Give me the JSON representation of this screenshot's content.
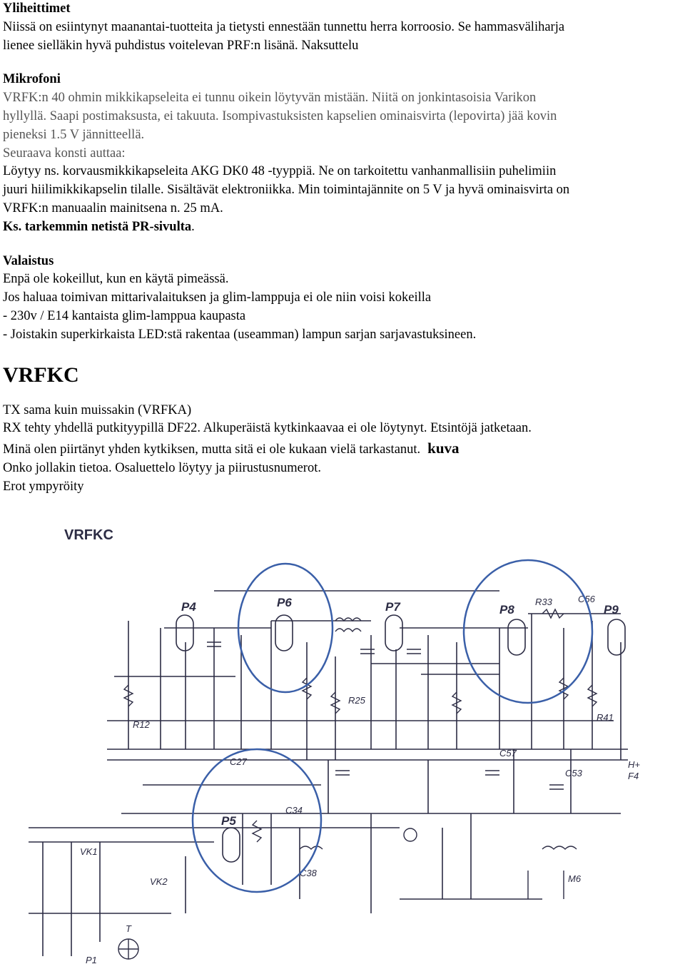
{
  "sections": {
    "yliheittimet": {
      "heading": "Yliheittimet",
      "lines": [
        "Niissä on esiintynyt maanantai-tuotteita ja tietysti ennestään tunnettu herra korroosio. Se hammasväliharja",
        "lienee sielläkin hyvä puhdistus voitelevan PRF:n lisänä. Naksuttelu"
      ]
    },
    "mikrofoni": {
      "heading": "Mikrofoni",
      "gray_lines": [
        "VRFK:n 40 ohmin mikkikapseleita ei tunnu oikein löytyvän mistään. Niitä on jonkintasoisia Varikon",
        "hyllyllä. Saapi postimaksusta, ei takuuta. Isompivastuksisten kapselien ominaisvirta (lepovirta) jää kovin",
        "pieneksi 1.5 V jännitteellä.",
        "Seuraava konsti auttaa:"
      ],
      "lines": [
        "Löytyy ns. korvausmikkikapseleita AKG DK0 48 -tyyppiä. Ne on tarkoitettu vanhanmallisiin puhelimiin",
        "juuri hiilimikkikapselin tilalle. Sisältävät elektroniikka. Min toimintajännite on 5 V ja hyvä ominaisvirta on",
        "VRFK:n manuaalin mainitsena n. 25 mA."
      ],
      "bold_line": "Ks. tarkemmin netistä PR-sivulta",
      "bold_line_suffix": "."
    },
    "valaistus": {
      "heading": "Valaistus",
      "lines": [
        "Enpä ole kokeillut, kun en käytä pimeässä.",
        "Jos haluaa toimivan mittarivalaituksen ja glim-lamppuja ei ole niin voisi kokeilla",
        "- 230v / E14 kantaista glim-lamppua kaupasta",
        "- Joistakin superkirkaista LED:stä rakentaa (useamman) lampun sarjan sarjavastuksineen."
      ]
    },
    "vrfkc": {
      "heading": "VRFKC",
      "lines": [
        "TX sama kuin muissakin (VRFKA)",
        "RX tehty yhdellä putkityypillä DF22. Alkuperäistä kytkinkaavaa ei ole löytynyt. Etsintöjä jatketaan."
      ],
      "drawn_line": "Minä olen piirtänyt yhden kytkiksen, mutta sitä ei ole kukaan vielä tarkastanut.",
      "kuva_link": "kuva",
      "lines_after": [
        "Onko jollakin tietoa. Osaluettelo löytyy ja piirustusnumerot.",
        "Erot ympyröity"
      ]
    }
  },
  "schematic": {
    "title": "VRFKC",
    "tubes": [
      "P4",
      "P6",
      "P7",
      "P8",
      "P9",
      "P5"
    ],
    "labels": [
      "R33",
      "C56",
      "R25",
      "R12",
      "C57",
      "C27",
      "C53",
      "R41",
      "C34",
      "C38",
      "M6",
      "H+",
      "F4",
      "VK1",
      "VK2",
      "T",
      "P1"
    ],
    "highlight_color": "#3a5fa8",
    "ink_color": "#2c2c44"
  }
}
